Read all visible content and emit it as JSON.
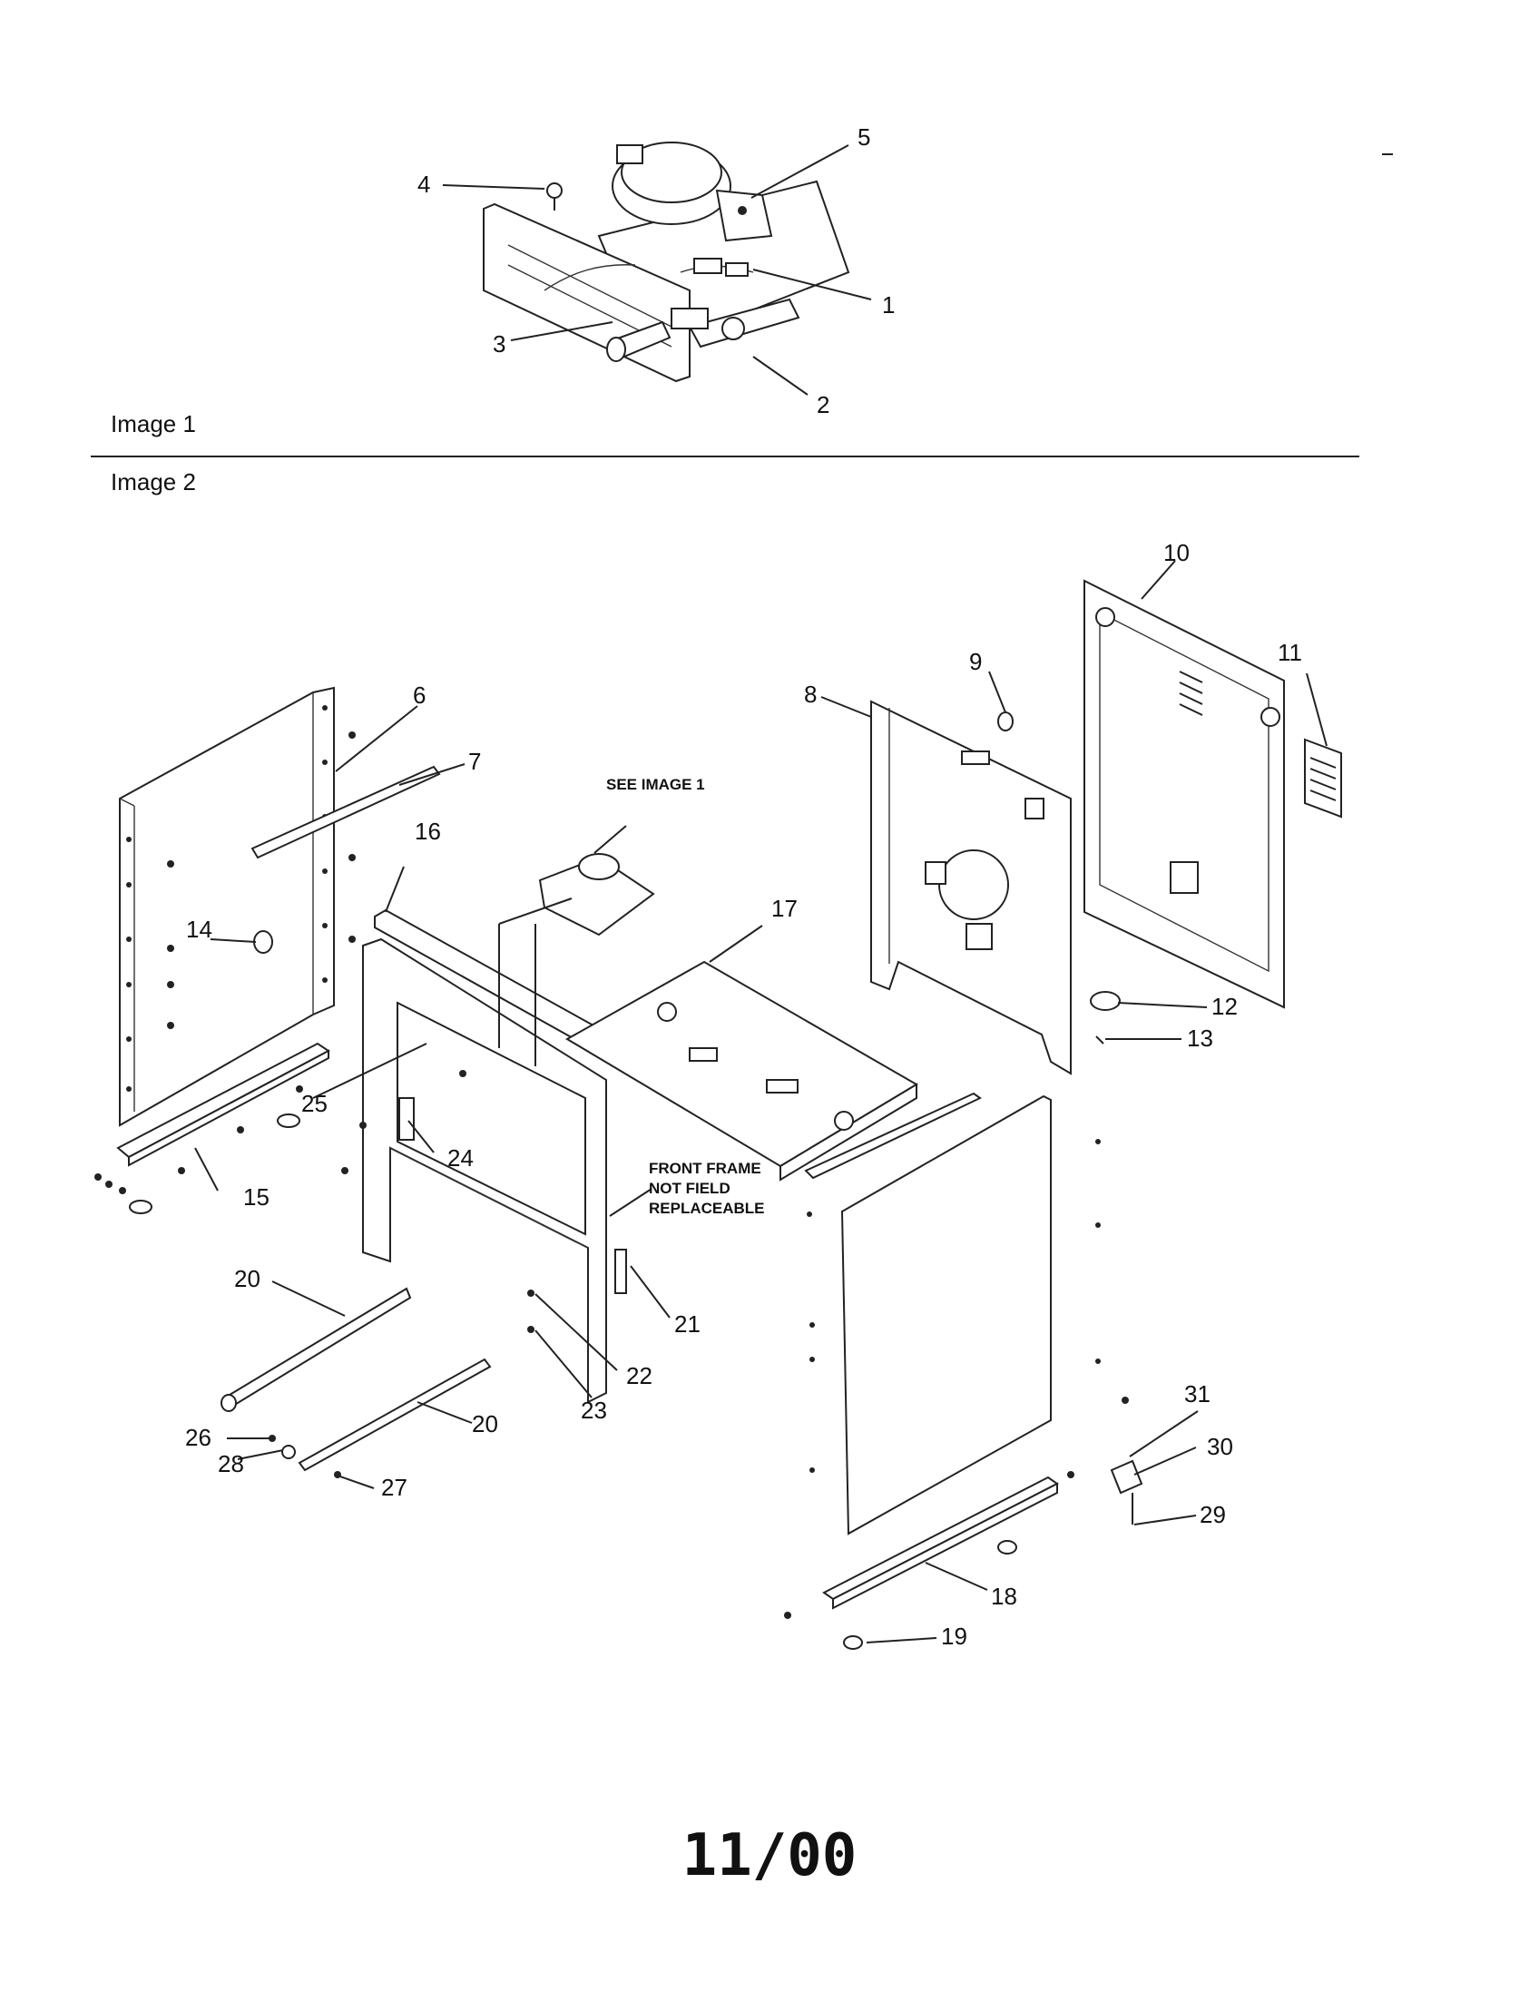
{
  "image1": {
    "label": "Image 1",
    "callouts": [
      "1",
      "2",
      "3",
      "4",
      "5"
    ]
  },
  "image2": {
    "label": "Image 2",
    "callouts": [
      "6",
      "7",
      "8",
      "9",
      "10",
      "11",
      "12",
      "13",
      "14",
      "15",
      "16",
      "17",
      "18",
      "19",
      "20",
      "20",
      "21",
      "22",
      "23",
      "24",
      "25",
      "26",
      "27",
      "28",
      "29",
      "30",
      "31"
    ],
    "notes": {
      "see_image": "SEE IMAGE 1",
      "front_frame_line1": "FRONT FRAME",
      "front_frame_line2": "NOT FIELD",
      "front_frame_line3": "REPLACEABLE"
    }
  },
  "footer": {
    "date": "11/00"
  }
}
